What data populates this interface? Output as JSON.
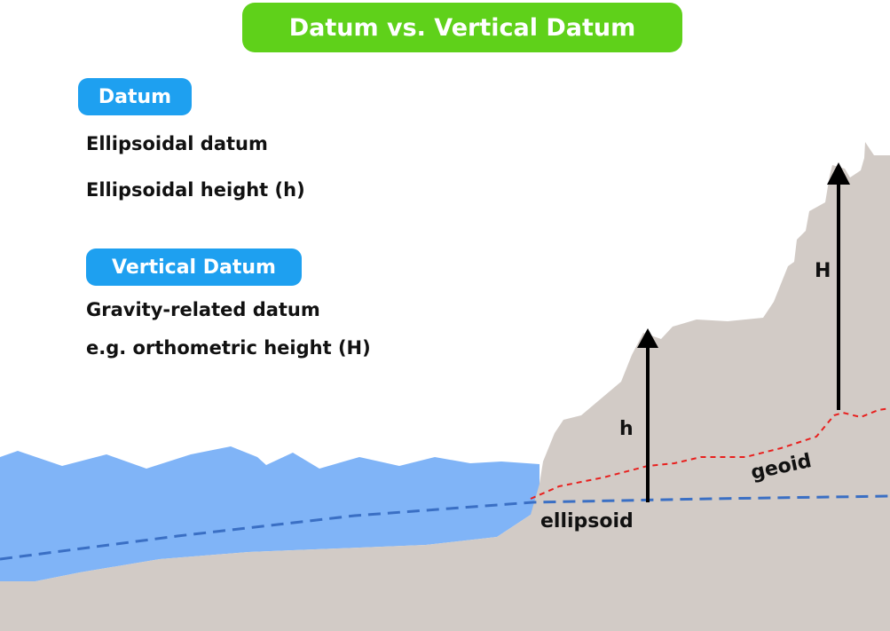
{
  "title": "Datum vs. Vertical Datum",
  "datum_section": {
    "tag": "Datum",
    "lines": [
      "Ellipsoidal datum",
      "Ellipsoidal height (h)"
    ]
  },
  "vertical_section": {
    "tag": "Vertical Datum",
    "lines": [
      "Gravity-related datum",
      "e.g. orthometric height (H)"
    ]
  },
  "diagram": {
    "label_h": "h",
    "label_H": "H",
    "label_geoid": "geoid",
    "label_ellipsoid": "ellipsoid"
  },
  "colors": {
    "title_bg": "#5fd11a",
    "tag_bg": "#1ea0f0",
    "water": "#80b4f7",
    "terrain": "#d2cbc6",
    "ellipsoid_line": "#3a6fc4",
    "geoid_line": "#e8201e",
    "arrow": "#000000"
  }
}
